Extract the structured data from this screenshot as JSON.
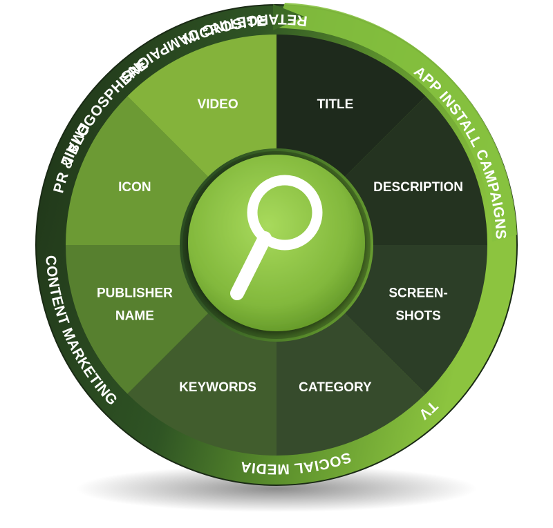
{
  "center": {
    "icon": "magnifying-glass-icon"
  },
  "segments": [
    {
      "id": "title",
      "lines": [
        "TITLE"
      ],
      "color": "#1e2a1c"
    },
    {
      "id": "description",
      "lines": [
        "DESCRIPTION"
      ],
      "color": "#243320"
    },
    {
      "id": "screenshots",
      "lines": [
        "SCREEN-",
        "SHOTS"
      ],
      "color": "#2c3e27"
    },
    {
      "id": "category",
      "lines": [
        "CATEGORY"
      ],
      "color": "#364b2c"
    },
    {
      "id": "keywords",
      "lines": [
        "KEYWORDS"
      ],
      "color": "#415d2d"
    },
    {
      "id": "publisher-name",
      "lines": [
        "PUBLISHER",
        "NAME"
      ],
      "color": "#57802f"
    },
    {
      "id": "icon",
      "lines": [
        "ICON"
      ],
      "color": "#6c9a34"
    },
    {
      "id": "video",
      "lines": [
        "VIDEO"
      ],
      "color": "#84b33b"
    }
  ],
  "outer_ring": {
    "items": [
      "APP INSTALL CAMPAIGNS",
      "TV",
      "SOCIAL MEDIA",
      "CONTENT MARKETING",
      "EMAIL",
      "RETARGETING CAMPAIGNS",
      "PR & BLOGOSPHERE",
      "MICROSITE"
    ]
  },
  "colors": {
    "ring_dark": "#243a1e",
    "ring_light": "#7fb53a",
    "hub_light": "#a6d85a",
    "hub_dark": "#5f9426",
    "label": "#ffffff"
  }
}
